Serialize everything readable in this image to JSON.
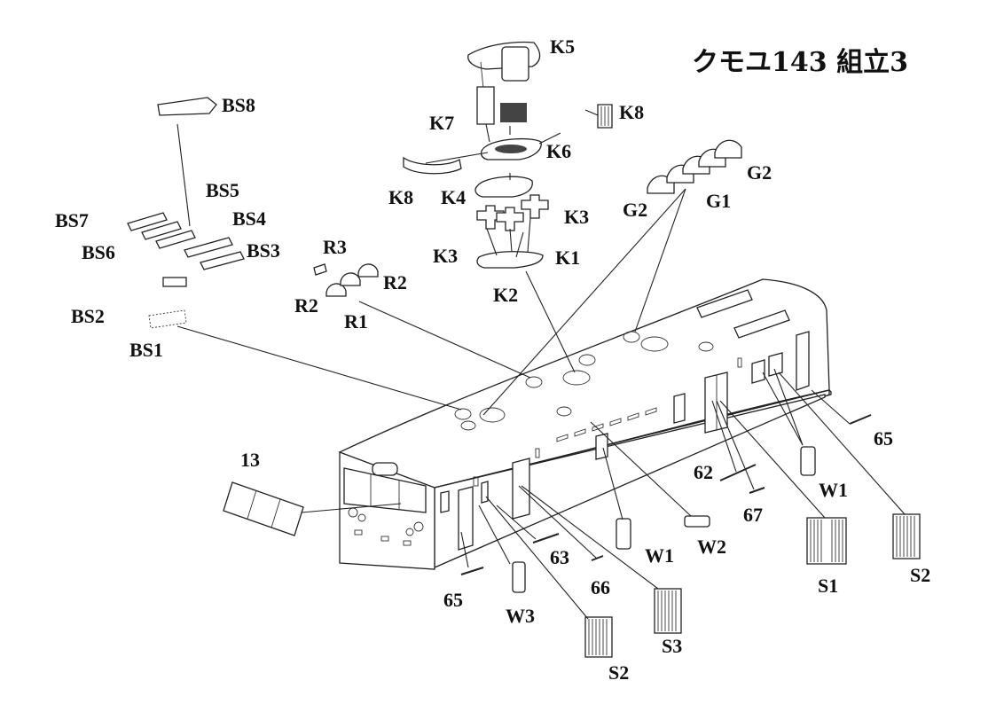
{
  "title": "クモユ143 組立3",
  "labels": {
    "K5": "K5",
    "K7": "K7",
    "K8_top": "K8",
    "K6": "K6",
    "K8_left": "K8",
    "K4": "K4",
    "K3_right": "K3",
    "K3_left": "K3",
    "K1": "K1",
    "K2": "K2",
    "G2_right": "G2",
    "G2_left": "G2",
    "G1": "G1",
    "BS8": "BS8",
    "BS5": "BS5",
    "BS7": "BS7",
    "BS4": "BS4",
    "BS6": "BS6",
    "BS3": "BS3",
    "BS2": "BS2",
    "BS1": "BS1",
    "R3": "R3",
    "R2_right": "R2",
    "R2_left": "R2",
    "R1": "R1",
    "n13": "13",
    "n65_right": "65",
    "n62": "62",
    "n67": "67",
    "W1_right": "W1",
    "S1": "S1",
    "S2_right": "S2",
    "W2": "W2",
    "W1_mid": "W1",
    "n63": "63",
    "n66": "66",
    "n65_left": "65",
    "W3": "W3",
    "S3": "S3",
    "S2_left": "S2"
  }
}
